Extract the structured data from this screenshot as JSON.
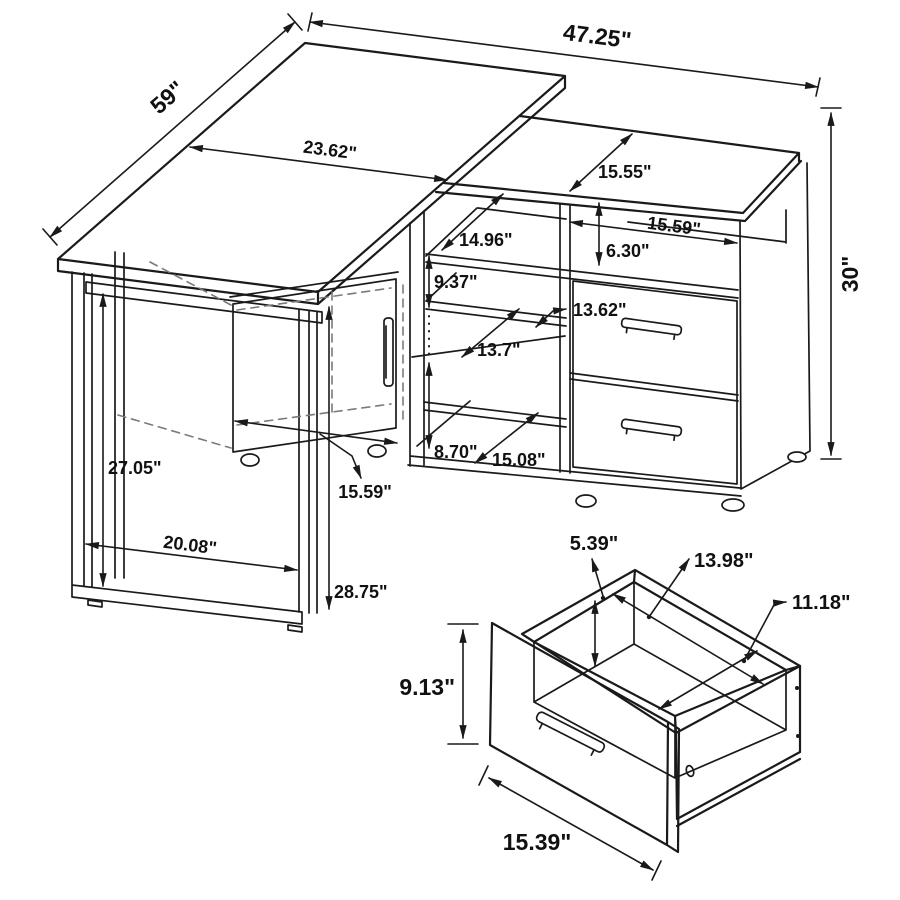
{
  "diagram": {
    "title": "l-shaped-desk-dimension-drawing",
    "units": "inches"
  },
  "dims": {
    "desk_width": "47.25\"",
    "desk_depth": "59\"",
    "worktop_depth": "23.62\"",
    "return_top_depth": "15.55\"",
    "left_cubby_depth": "14.96\"",
    "top_cubby_width": "15.59\"",
    "top_cubby_height": "6.30\"",
    "upper_opening_height": "9.37\"",
    "shelf_width": "13.62\"",
    "shelf_depth": "13.7\"",
    "lower_opening_height": "8.70\"",
    "lower_shelf_depth": "15.08\"",
    "door_width": "15.59\"",
    "leg_inner_height": "27.05\"",
    "leg_inner_width": "20.08\"",
    "underdesk_height": "28.75\"",
    "return_height": "30\""
  },
  "drawer": {
    "front_height": "9.13\"",
    "front_width": "15.39\"",
    "inner_depth": "5.39\"",
    "inner_length": "13.98\"",
    "inner_width": "11.18\""
  }
}
